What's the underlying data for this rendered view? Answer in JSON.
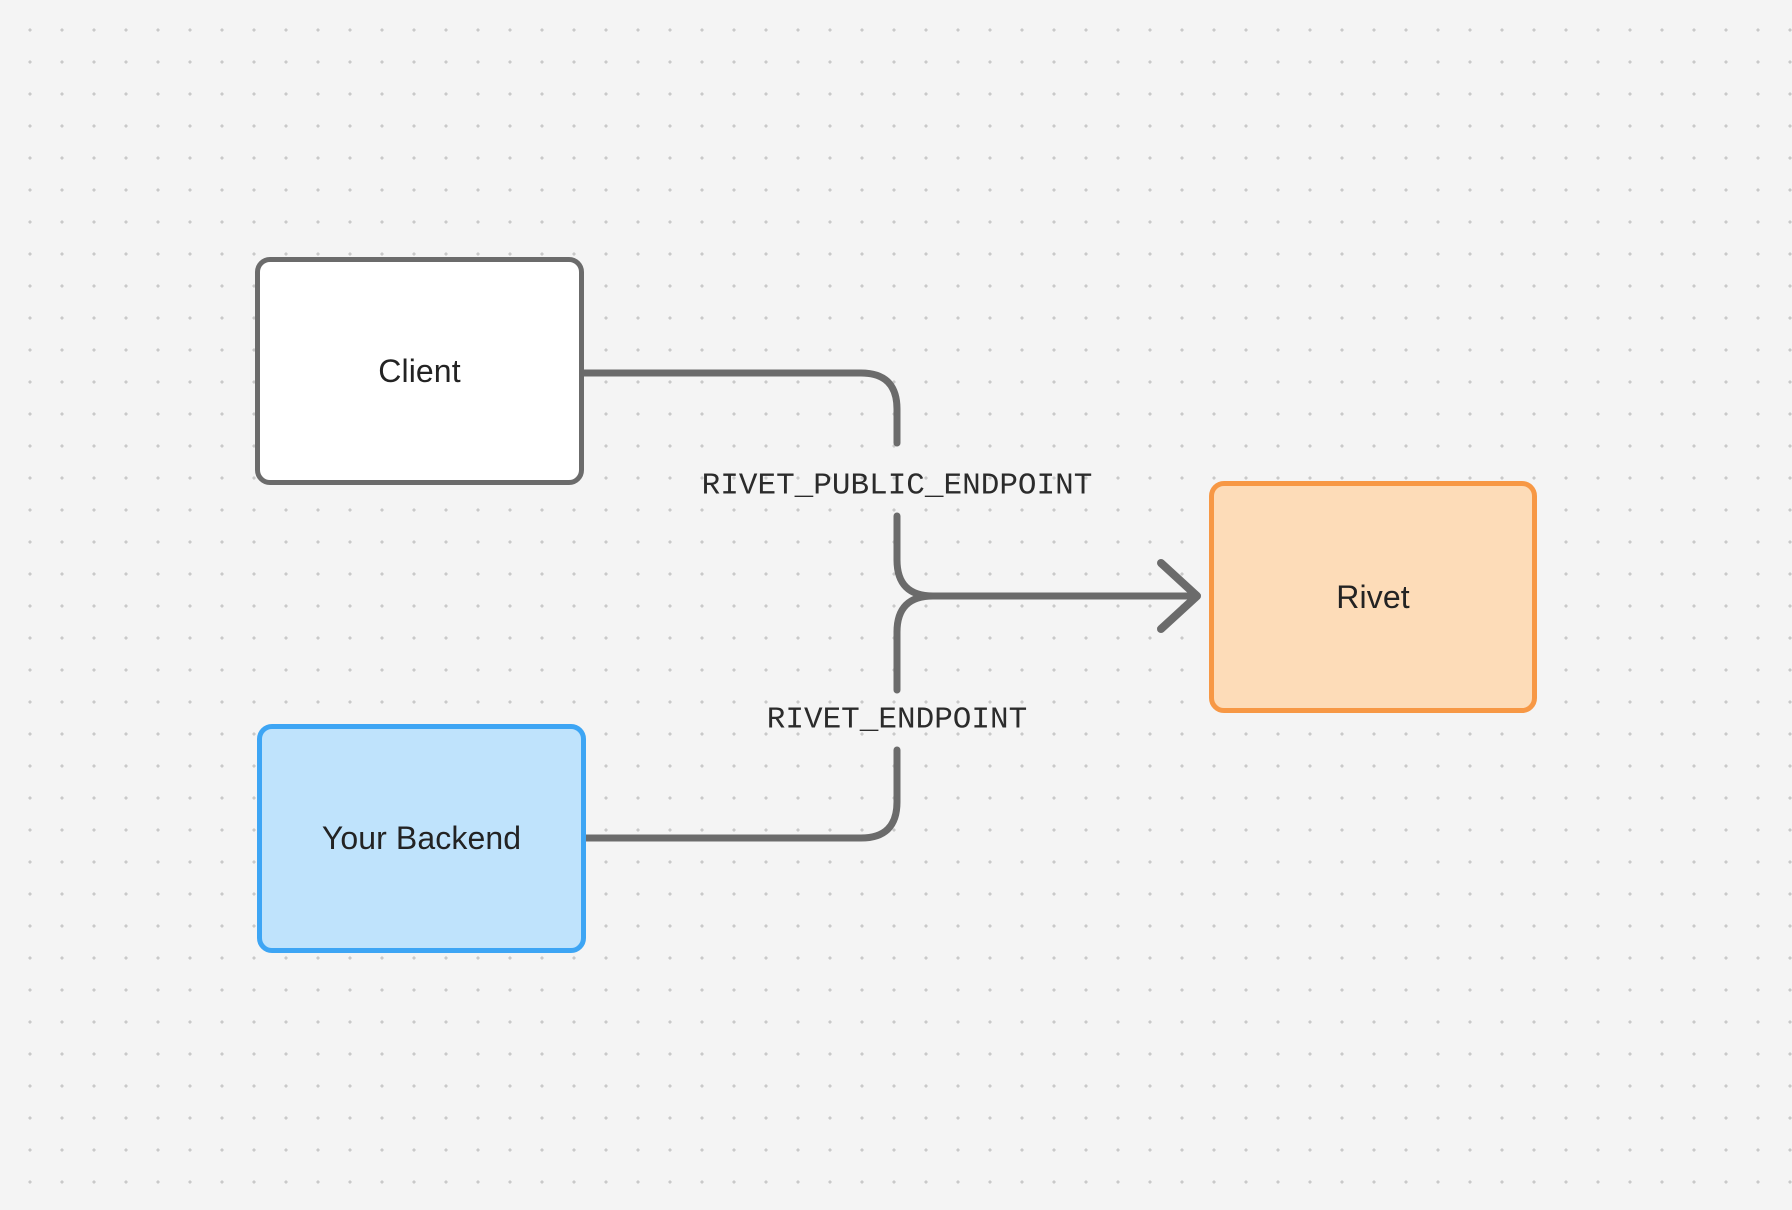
{
  "diagram": {
    "type": "flowchart",
    "background": {
      "color": "#f4f4f4",
      "grid": "dot-grid",
      "dot_color": "#c9c9c9",
      "dot_spacing": 32
    },
    "nodes": [
      {
        "id": "client",
        "label": "Client",
        "fill": "#ffffff",
        "border": "#6b6b6b",
        "text_color": "#232323"
      },
      {
        "id": "backend",
        "label": "Your Backend",
        "fill": "#bfe3fc",
        "border": "#3da5f4",
        "text_color": "#232323"
      },
      {
        "id": "rivet",
        "label": "Rivet",
        "fill": "#fddcb8",
        "border": "#f79845",
        "text_color": "#232323"
      }
    ],
    "edges": [
      {
        "id": "client-to-rivet",
        "from": "client",
        "to": "rivet",
        "label": "RIVET_PUBLIC_ENDPOINT",
        "color": "#6b6b6b",
        "arrowhead": true
      },
      {
        "id": "backend-to-rivet",
        "from": "backend",
        "to": "rivet",
        "label": "RIVET_ENDPOINT",
        "color": "#6b6b6b",
        "arrowhead": true
      }
    ]
  }
}
